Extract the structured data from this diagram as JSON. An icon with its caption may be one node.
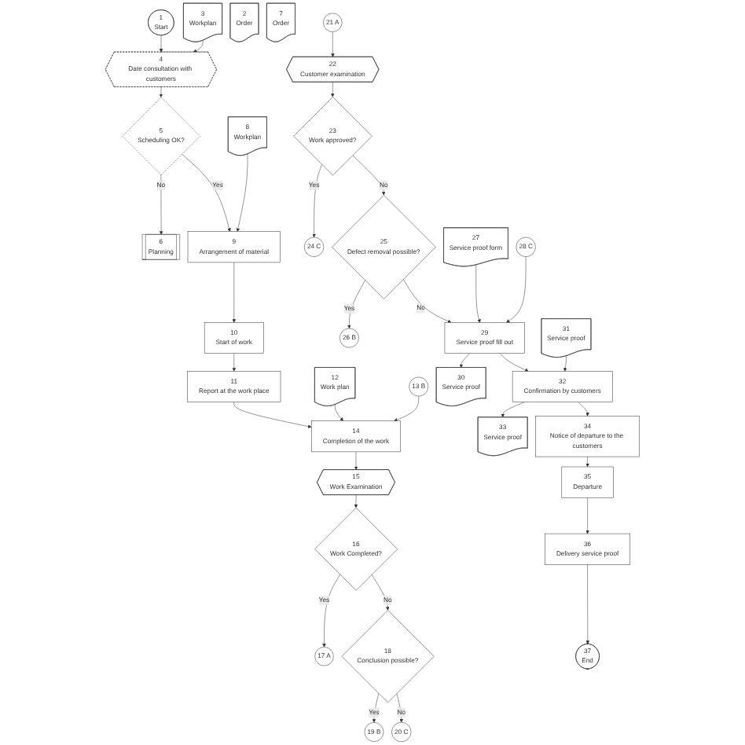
{
  "diagram": {
    "nodes": [
      {
        "text": [
          "1",
          "Start"
        ]
      },
      {
        "text": [
          "3",
          "Workplan"
        ]
      },
      {
        "text": [
          "2",
          "Order"
        ]
      },
      {
        "text": [
          "4",
          "Date consultation with customers"
        ]
      },
      {
        "text": [
          "5",
          "Scheduling OK?"
        ]
      },
      {
        "text": [
          "6",
          "Planning"
        ]
      },
      {
        "text": [
          "8",
          "Workplan"
        ]
      },
      {
        "text": [
          "7",
          "Order"
        ]
      },
      {
        "text": [
          "9",
          "Arrangement of material"
        ]
      },
      {
        "text": [
          "10",
          "Start of work"
        ]
      },
      {
        "text": [
          "11",
          "Report at the work place"
        ]
      },
      {
        "text": [
          "12",
          "Work plan"
        ]
      },
      {
        "text": [
          "13",
          "B"
        ]
      },
      {
        "text": [
          "14",
          "Completion of the work"
        ]
      },
      {
        "text": [
          "15",
          "Work Examination"
        ]
      },
      {
        "text": [
          "16",
          "Work Completed?"
        ]
      },
      {
        "text": [
          "17",
          "A"
        ]
      },
      {
        "text": [
          "18",
          "Conclusion possible?"
        ]
      },
      {
        "text": [
          "19",
          "B"
        ]
      },
      {
        "text": [
          "20",
          "C"
        ]
      },
      {
        "text": [
          "21",
          "A"
        ]
      },
      {
        "text": [
          "22",
          "Customer examination"
        ]
      },
      {
        "text": [
          "23",
          "Work approved?"
        ]
      },
      {
        "text": [
          "24",
          "C"
        ]
      },
      {
        "text": [
          "25",
          "Defect removal possible?"
        ]
      },
      {
        "text": [
          "26",
          "B"
        ]
      },
      {
        "text": [
          "27",
          "Service proof form"
        ]
      },
      {
        "text": [
          "28",
          "C"
        ]
      },
      {
        "text": [
          "29",
          "Service proof fill out"
        ]
      },
      {
        "text": [
          "30",
          "Service proof"
        ]
      },
      {
        "text": [
          "31",
          "Service proof"
        ]
      },
      {
        "text": [
          "32",
          "Confirmation by customers"
        ]
      },
      {
        "text": [
          "33",
          "Service proof"
        ]
      },
      {
        "text": [
          "34",
          "Notice of departure to the customers"
        ]
      },
      {
        "text": [
          "35",
          "Departure"
        ]
      },
      {
        "text": [
          "36",
          "Delivery service proof"
        ]
      },
      {
        "text": [
          "37",
          "End"
        ]
      }
    ],
    "edges": [
      {
        "from": 0,
        "to": 3,
        "arrow": "to"
      },
      {
        "from": 1,
        "to": 3,
        "arrow": "to"
      },
      {
        "from": 3,
        "to": 4,
        "arrow": "to"
      },
      {
        "from": 4,
        "to": 5,
        "arrow": "to",
        "label": "No"
      },
      {
        "from": 4,
        "to": 8,
        "arrow": "to",
        "label": "Yes"
      },
      {
        "from": 6,
        "to": 8,
        "arrow": "to"
      },
      {
        "from": 8,
        "to": 9,
        "arrow": "to"
      },
      {
        "from": 9,
        "to": 10,
        "arrow": "to"
      },
      {
        "from": 10,
        "to": 13,
        "arrow": "to"
      },
      {
        "from": 11,
        "to": 13,
        "arrow": "to"
      },
      {
        "from": 12,
        "to": 13,
        "arrow": "to"
      },
      {
        "from": 13,
        "to": 14,
        "arrow": "to"
      },
      {
        "from": 14,
        "to": 15,
        "arrow": "to"
      },
      {
        "from": 15,
        "to": 16,
        "arrow": "to",
        "label": "Yes"
      },
      {
        "from": 15,
        "to": 17,
        "arrow": "to",
        "label": "No"
      },
      {
        "from": 17,
        "to": 18,
        "arrow": "to",
        "label": "Yes"
      },
      {
        "from": 17,
        "to": 19,
        "arrow": "to",
        "label": "No"
      },
      {
        "from": 20,
        "to": 21,
        "arrow": "to"
      },
      {
        "from": 21,
        "to": 22,
        "arrow": "to"
      },
      {
        "from": 22,
        "to": 23,
        "arrow": "to",
        "label": "Yes"
      },
      {
        "from": 22,
        "to": 24,
        "arrow": "to",
        "label": "No"
      },
      {
        "from": 24,
        "to": 25,
        "arrow": "to",
        "label": "Yes"
      },
      {
        "from": 24,
        "to": 28,
        "arrow": "to",
        "label": "No"
      },
      {
        "from": 26,
        "to": 28,
        "arrow": "to"
      },
      {
        "from": 27,
        "to": 28,
        "arrow": "to"
      },
      {
        "from": 28,
        "to": 29,
        "arrow": "to"
      },
      {
        "from": 28,
        "to": 31,
        "arrow": "to"
      },
      {
        "from": 30,
        "to": 31,
        "arrow": "to"
      },
      {
        "from": 31,
        "to": 32,
        "arrow": "to"
      },
      {
        "from": 31,
        "to": 33,
        "arrow": "to"
      },
      {
        "from": 33,
        "to": 34,
        "arrow": "to"
      },
      {
        "from": 34,
        "to": 35,
        "arrow": "to"
      },
      {
        "from": 35,
        "to": 36,
        "arrow": "to"
      }
    ]
  }
}
